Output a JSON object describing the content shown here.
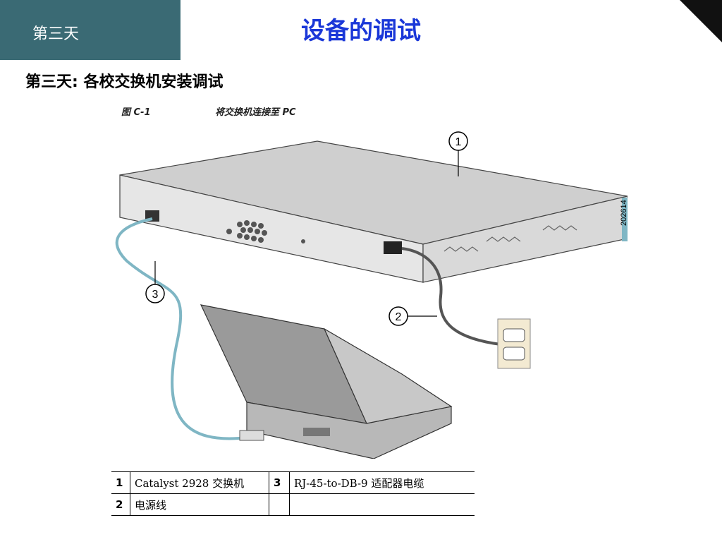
{
  "header": {
    "tab_label": "第三天",
    "title": "设备的调试"
  },
  "subtitle": "第三天: 各校交换机安装调试",
  "figure": {
    "number": "图 C-1",
    "caption": "将交换机连接至 PC",
    "serial": "202614",
    "callouts": [
      "1",
      "2",
      "3"
    ]
  },
  "legend": {
    "rows": [
      {
        "n1": "1",
        "t1": "Catalyst 2928 交换机",
        "n2": "3",
        "t2": "RJ-45-to-DB-9 适配器电缆"
      },
      {
        "n1": "2",
        "t1": "电源线",
        "n2": "",
        "t2": ""
      }
    ]
  }
}
